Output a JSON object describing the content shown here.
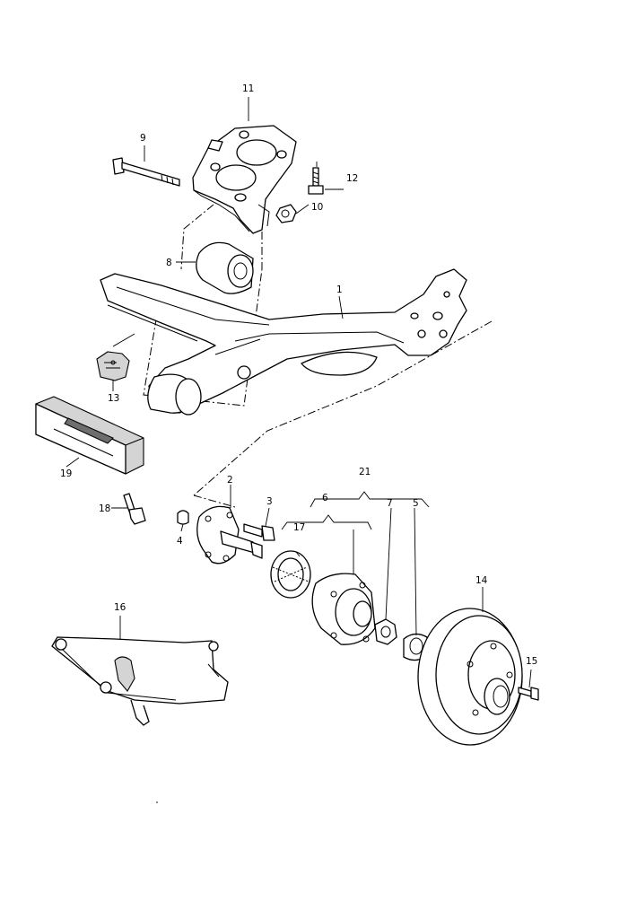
{
  "callouts": {
    "c1": "1",
    "c2": "2",
    "c3": "3",
    "c4": "4",
    "c5": "5",
    "c6": "6",
    "c7": "7",
    "c8": "8",
    "c9": "9",
    "c10": "10",
    "c11": "11",
    "c12": "12",
    "c13": "13",
    "c14": "14",
    "c15": "15",
    "c16": "16",
    "c17": "17",
    "c18": "18",
    "c19": "19",
    "c21": "21"
  }
}
